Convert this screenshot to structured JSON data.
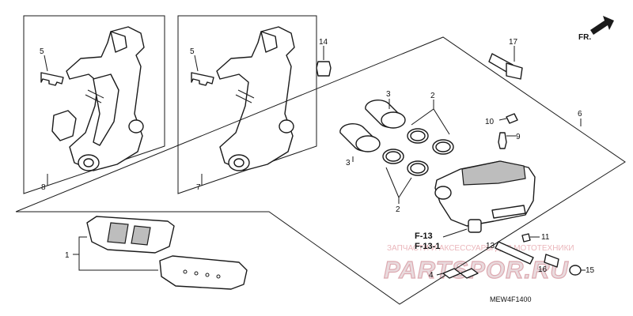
{
  "diagram": {
    "callouts": {
      "c1": "1",
      "c2a": "2",
      "c2b": "2",
      "c3a": "3",
      "c3b": "3",
      "c4": "4",
      "c5a": "5",
      "c5b": "5",
      "c6": "6",
      "c7": "7",
      "c8": "8",
      "c9": "9",
      "c10": "10",
      "c11": "11",
      "c13": "13",
      "c14": "14",
      "c15": "15",
      "c16": "16",
      "c17": "17"
    },
    "refs": {
      "r1": "F-13",
      "r2": "F-13-1"
    },
    "direction_label": "FR.",
    "diagram_code": "MEW4F1400",
    "watermark_line": "ЗАПЧАСТИ И АКСЕССУАРЫ ДЛЯ МОТОТЕХНИКИ",
    "watermark_logo": "PARTSPOR.RU"
  }
}
